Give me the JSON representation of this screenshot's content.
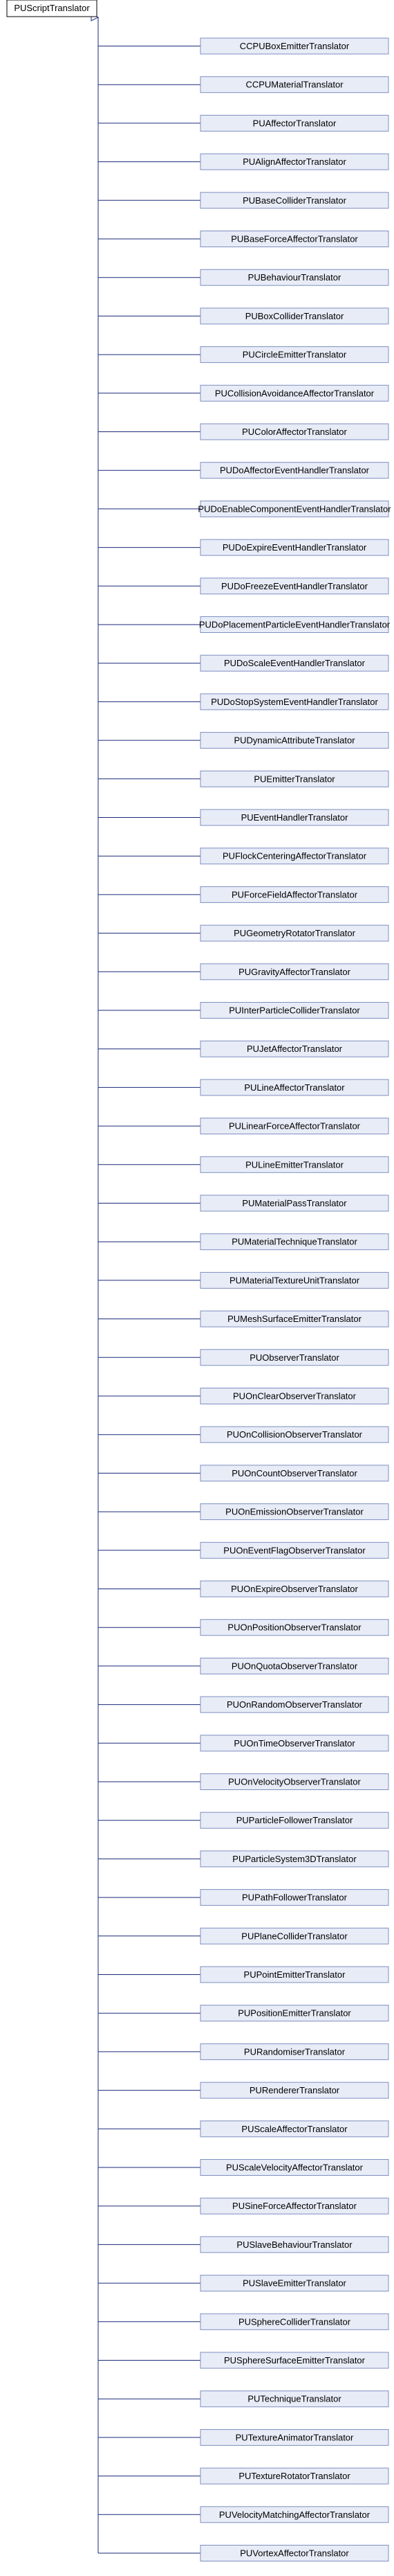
{
  "root": {
    "label": "PUScriptTranslator"
  },
  "children": [
    "CCPUBoxEmitterTranslator",
    "CCPUMaterialTranslator",
    "PUAffectorTranslator",
    "PUAlignAffectorTranslator",
    "PUBaseColliderTranslator",
    "PUBaseForceAffectorTranslator",
    "PUBehaviourTranslator",
    "PUBoxColliderTranslator",
    "PUCircleEmitterTranslator",
    "PUCollisionAvoidanceAffectorTranslator",
    "PUColorAffectorTranslator",
    "PUDoAffectorEventHandlerTranslator",
    "PUDoEnableComponentEventHandlerTranslator",
    "PUDoExpireEventHandlerTranslator",
    "PUDoFreezeEventHandlerTranslator",
    "PUDoPlacementParticleEventHandlerTranslator",
    "PUDoScaleEventHandlerTranslator",
    "PUDoStopSystemEventHandlerTranslator",
    "PUDynamicAttributeTranslator",
    "PUEmitterTranslator",
    "PUEventHandlerTranslator",
    "PUFlockCenteringAffectorTranslator",
    "PUForceFieldAffectorTranslator",
    "PUGeometryRotatorTranslator",
    "PUGravityAffectorTranslator",
    "PUInterParticleColliderTranslator",
    "PUJetAffectorTranslator",
    "PULineAffectorTranslator",
    "PULinearForceAffectorTranslator",
    "PULineEmitterTranslator",
    "PUMaterialPassTranslator",
    "PUMaterialTechniqueTranslator",
    "PUMaterialTextureUnitTranslator",
    "PUMeshSurfaceEmitterTranslator",
    "PUObserverTranslator",
    "PUOnClearObserverTranslator",
    "PUOnCollisionObserverTranslator",
    "PUOnCountObserverTranslator",
    "PUOnEmissionObserverTranslator",
    "PUOnEventFlagObserverTranslator",
    "PUOnExpireObserverTranslator",
    "PUOnPositionObserverTranslator",
    "PUOnQuotaObserverTranslator",
    "PUOnRandomObserverTranslator",
    "PUOnTimeObserverTranslator",
    "PUOnVelocityObserverTranslator",
    "PUParticleFollowerTranslator",
    "PUParticleSystem3DTranslator",
    "PUPathFollowerTranslator",
    "PUPlaneColliderTranslator",
    "PUPointEmitterTranslator",
    "PUPositionEmitterTranslator",
    "PURandomiserTranslator",
    "PURendererTranslator",
    "PUScaleAffectorTranslator",
    "PUScaleVelocityAffectorTranslator",
    "PUSineForceAffectorTranslator",
    "PUSlaveBehaviourTranslator",
    "PUSlaveEmitterTranslator",
    "PUSphereColliderTranslator",
    "PUSphereSurfaceEmitterTranslator",
    "PUTechniqueTranslator",
    "PUTextureAnimatorTranslator",
    "PUTextureRotatorTranslator",
    "PUVelocityMatchingAffectorTranslator",
    "PUVortexAffectorTranslator"
  ],
  "colors": {
    "node_fill": "#e8ecf7",
    "node_border": "#7e8fc0",
    "edge": "#1a2a7a",
    "root_border": "#000000"
  }
}
